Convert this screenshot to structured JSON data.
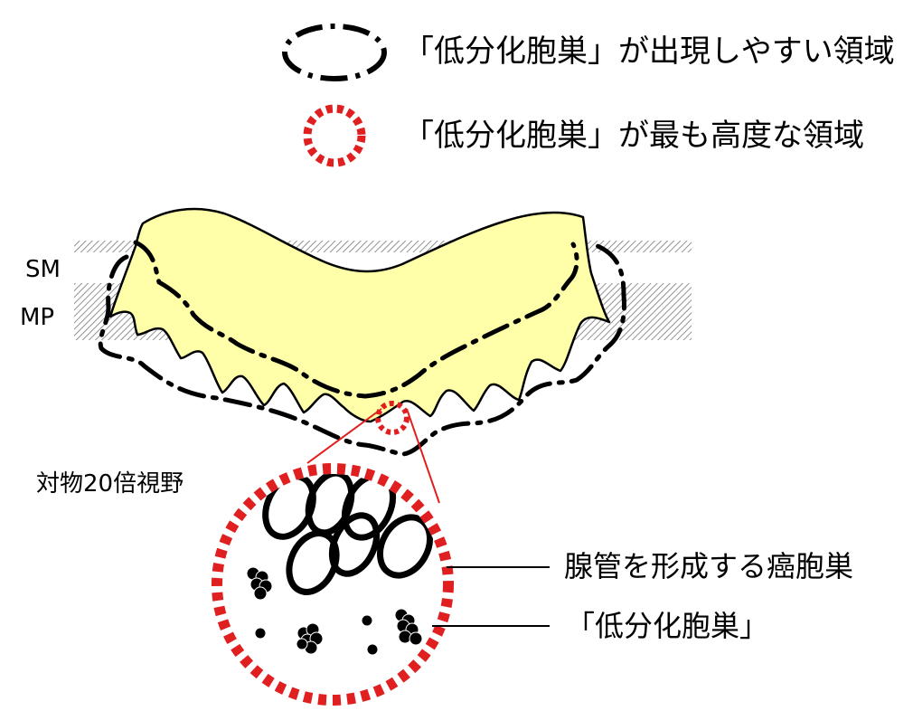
{
  "legend": {
    "black_region_label": "「低分化胞巣」が出現しやすい領域",
    "red_region_label": "「低分化胞巣」が最も高度な領域"
  },
  "layers": {
    "sm_label": "SM",
    "mp_label": "MP"
  },
  "zoom": {
    "field_label": "対物20倍視野"
  },
  "callouts": {
    "gland_label": "腺管を形成する癌胞巣",
    "poorly_diff_label": "「低分化胞巣」"
  },
  "colors": {
    "tumor_fill": "#ffffaa",
    "red_accent": "#e02020",
    "outline": "#000000"
  }
}
